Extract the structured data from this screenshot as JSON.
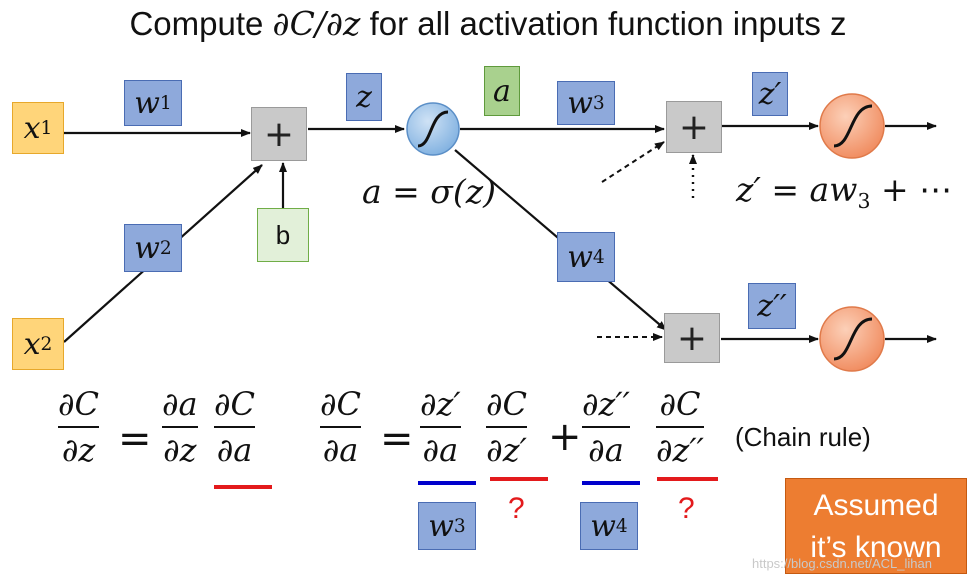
{
  "title": {
    "prefix": "Compute ",
    "math": "∂C/∂z",
    "suffix": " for all activation function inputs z"
  },
  "nodes": {
    "x1": {
      "base": "x",
      "sub": "1"
    },
    "x2": {
      "base": "x",
      "sub": "2"
    },
    "w1": {
      "base": "w",
      "sub": "1"
    },
    "w2": {
      "base": "w",
      "sub": "2"
    },
    "w3": {
      "base": "w",
      "sub": "3"
    },
    "w4": {
      "base": "w",
      "sub": "4"
    },
    "b": "b",
    "z": "z",
    "a": "a",
    "z1": "z′",
    "z2": "z′′",
    "plus": "+"
  },
  "labels": {
    "a_sigma": "a = σ(z)",
    "z_prime_eq": "z′ = aw",
    "z_prime_eq_sub": "3",
    "z_prime_eq_tail": " + ⋯"
  },
  "equations": {
    "left": {
      "lhs_num": "∂C",
      "lhs_den": "∂z",
      "eq": "=",
      "f1_num": "∂a",
      "f1_den": "∂z",
      "f2_num": "∂C",
      "f2_den": "∂a"
    },
    "right": {
      "lhs_num": "∂C",
      "lhs_den": "∂a",
      "eq": "=",
      "f1_num": "∂z′",
      "f1_den": "∂a",
      "f2_num": "∂C",
      "f2_den": "∂z′",
      "plus": "+",
      "f3_num": "∂z′′",
      "f3_den": "∂a",
      "f4_num": "∂C",
      "f4_den": "∂z′′"
    },
    "chain_rule": "(Chain rule)",
    "question": "?"
  },
  "assumed": {
    "line1": "Assumed",
    "line2": "it’s known"
  },
  "watermark": "https://blog.csdn.net/ACL_lihan",
  "colors": {
    "input": "#ffd57a",
    "weight": "#8ea9db",
    "activation": "#a9d18e",
    "bias": "#e2f0d9",
    "blue_underline": "#0000cc",
    "red_underline": "#e31a1c",
    "neuron_blue": "#9dc3e6",
    "neuron_orange": "#f4a582",
    "assumed_box": "#ed7d31"
  }
}
